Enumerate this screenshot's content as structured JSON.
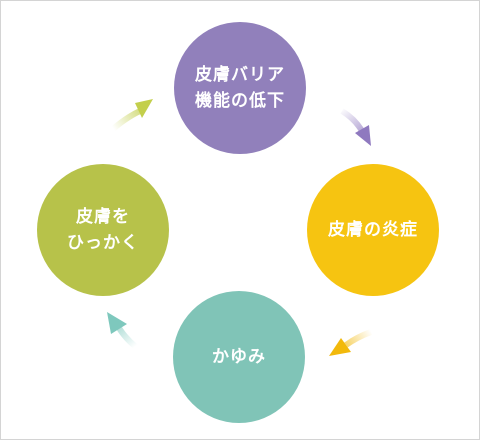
{
  "nodes": {
    "top": {
      "lines": [
        "皮膚バリア",
        "機能の低下"
      ],
      "color": "#9180bb"
    },
    "right": {
      "lines": [
        "皮膚の炎症"
      ],
      "color": "#f6c411"
    },
    "bottom": {
      "lines": [
        "かゆみ"
      ],
      "color": "#80c4b7"
    },
    "left": {
      "lines": [
        "皮膚を",
        "ひっかく"
      ],
      "color": "#b7c24a"
    }
  },
  "arrow_colors": {
    "top_to_right": "#8f79bf",
    "right_to_bottom": "#f2b90b",
    "bottom_to_left": "#7ec8bd",
    "left_to_top": "#c3cf4c"
  }
}
